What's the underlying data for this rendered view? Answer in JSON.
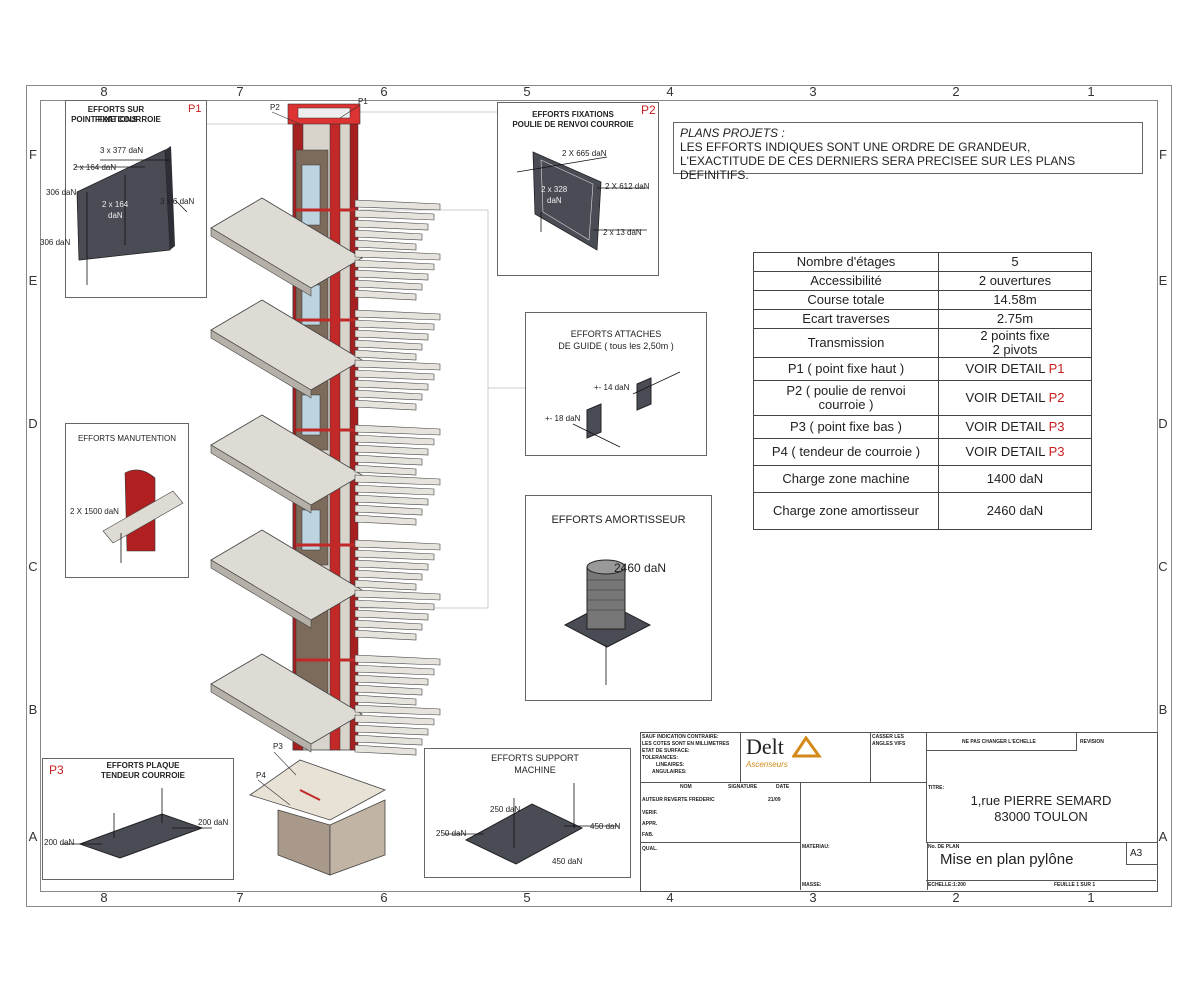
{
  "zones": {
    "columns": [
      "8",
      "7",
      "6",
      "5",
      "4",
      "3",
      "2",
      "1"
    ],
    "rows": [
      "F",
      "E",
      "D",
      "C",
      "B",
      "A"
    ]
  },
  "callouts": {
    "p1": "P1",
    "p2": "P2",
    "p3": "P3",
    "p4": "P4"
  },
  "p1_box": {
    "title_line1": "EFFORTS SUR FIXATIONS",
    "title_line2": "POINT FIXE COURROIE",
    "tag": "P1",
    "labels": [
      "3 x 377 daN",
      "2 x 164 daN",
      "306 daN",
      "2 x 164",
      "daN",
      "3 x 6 daN",
      "306 daN"
    ]
  },
  "p2_box": {
    "title_line1": "EFFORTS FIXATIONS",
    "title_line2": "POULIE DE RENVOI COURROIE",
    "tag": "P2",
    "labels": [
      "2 X 665 daN",
      "2 x 328",
      "daN",
      "2 X 612 daN",
      "2 x 13 daN"
    ]
  },
  "guide_box": {
    "title_line1": "EFFORTS ATTACHES",
    "title_line2": "DE GUIDE ( tous les 2,50m )",
    "labels": [
      "+- 14 daN",
      "+- 18 daN"
    ]
  },
  "manut_box": {
    "title": "EFFORTS MANUTENTION",
    "label": "2 X 1500 daN"
  },
  "amort_box": {
    "title": "EFFORTS AMORTISSEUR",
    "label": "2460 daN"
  },
  "p3_box": {
    "tag": "P3",
    "title_line1": "EFFORTS PLAQUE",
    "title_line2": "TENDEUR COURROIE",
    "label_left": "200 daN",
    "label_right": "200 daN"
  },
  "machine_box": {
    "title_line1": "EFFORTS SUPPORT",
    "title_line2": "MACHINE",
    "labels": [
      "250 daN",
      "250 daN",
      "450 daN",
      "450 daN"
    ]
  },
  "note": {
    "line1": "PLANS PROJETS :",
    "line2": "LES EFFORTS INDIQUES SONT UNE ORDRE DE GRANDEUR,",
    "line3": "L'EXACTITUDE DE CES DERNIERS SERA PRECISEE SUR LES PLANS DEFINITIFS."
  },
  "spec_table": [
    {
      "label": "Nombre d'étages",
      "value": "5"
    },
    {
      "label": "Accessibilité",
      "value": "2 ouvertures"
    },
    {
      "label": "Course totale",
      "value": "14.58m"
    },
    {
      "label": "Ecart traverses",
      "value": "2.75m"
    },
    {
      "label": "Transmission",
      "value": "2 points fixe",
      "value2": "2 pivots"
    },
    {
      "label": "P1 ( point fixe haut )",
      "value": "VOIR DETAIL",
      "tag": "P1"
    },
    {
      "label": "P2 ( poulie de renvoi",
      "label2": "courroie )",
      "value": "VOIR DETAIL",
      "tag": "P2"
    },
    {
      "label": "P3 ( point fixe bas )",
      "value": "VOIR DETAIL",
      "tag": "P3"
    },
    {
      "label": "P4 ( tendeur de courroie )",
      "value": "VOIR DETAIL",
      "tag": "P3"
    },
    {
      "label": "Charge zone machine",
      "value": "1400 daN"
    },
    {
      "label": "Charge zone amortisseur",
      "value": "2460 daN"
    }
  ],
  "title_block": {
    "general_l1": "SAUF INDICATION CONTRAIRE:",
    "general_l2": "LES COTES SONT EN MILLIMETRES",
    "general_l3": "ETAT DE SURFACE:",
    "general_l4": "TOLERANCES:",
    "general_l5": "LINEAIRES:",
    "general_l6": "ANGULAIRES:",
    "logo_main": "Delt",
    "logo_sub": "Ascenseurs",
    "casser_l1": "CASSER LES",
    "casser_l2": "ANGLES VIFS",
    "ne_pas": "NE PAS CHANGER L'ECHELLE",
    "revision": "REVISION",
    "h_nom": "NOM",
    "h_signature": "SIGNATURE",
    "h_date": "DATE",
    "r_auteur": "AUTEUR",
    "auteur_name": "REVERTE FREDERIC",
    "auteur_date": "21/09",
    "r_verif": "VERIF.",
    "r_appr": "APPR.",
    "r_fab": "FAB.",
    "r_qual": "QUAL.",
    "titre_label": "TITRE:",
    "address_l1": "1,rue PIERRE SEMARD",
    "address_l2": "83000 TOULON",
    "materiau": "MATERIAU:",
    "no_plan_label": "No. DE PLAN",
    "plan_title": "Mise en plan pylône",
    "format": "A3",
    "masse": "MASSE:",
    "echelle": "ECHELLE:1:200",
    "feuille": "FEUILLE 1 SUR 1"
  },
  "colors": {
    "red": "#c81e1e",
    "concrete": "#dedad4",
    "plate": "#4a4c55"
  }
}
